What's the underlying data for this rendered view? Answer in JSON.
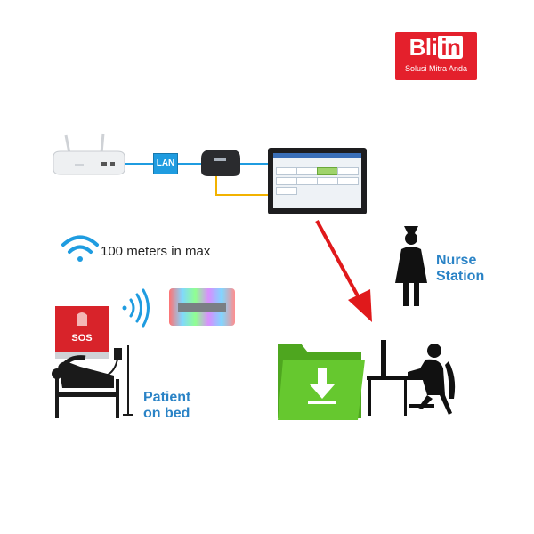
{
  "logo": {
    "brand_prefix": "Bli",
    "brand_boxed": "in",
    "tagline": "Solusi Mitra Anda"
  },
  "lan_label": "LAN",
  "wifi_label": "100 meters in max",
  "nurse_station": {
    "line1": "Nurse",
    "line2": "Station"
  },
  "patient": {
    "line1": "Patient",
    "line2": "on bed"
  },
  "sos_label": "SOS",
  "colors": {
    "brand_red": "#e4202c",
    "label_blue": "#2a83c6",
    "link_blue": "#1f9ce0",
    "cable_yellow": "#f2b200",
    "arrow_red": "#e0191b",
    "folder_green": "#5fbf2a"
  }
}
